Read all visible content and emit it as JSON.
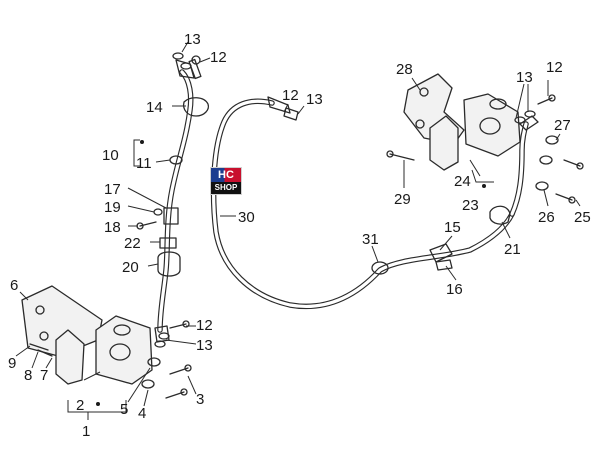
{
  "logo": {
    "line1": "HC",
    "line2": "SHOP"
  },
  "labels": {
    "l13a": "13",
    "l12a": "12",
    "l14": "14",
    "l10": "10",
    "l11": "11",
    "l17": "17",
    "l19": "19",
    "l18": "18",
    "l22": "22",
    "l20": "20",
    "l30": "30",
    "l12b": "12",
    "l13b": "13",
    "l28": "28",
    "l13c": "13",
    "l12c": "12",
    "l27": "27",
    "l29": "29",
    "l24": "24",
    "l23": "23",
    "l26": "26",
    "l25": "25",
    "l15": "15",
    "l21": "21",
    "l31": "31",
    "l16": "16",
    "l6": "6",
    "l9": "9",
    "l8": "8",
    "l7": "7",
    "l12d": "12",
    "l13d": "13",
    "l5": "5",
    "l4": "4",
    "l3": "3",
    "l2": "2",
    "l1": "1"
  },
  "colors": {
    "line": "#2b2b2b",
    "logo_blue": "#1c3d8f",
    "logo_red": "#c8102e"
  }
}
